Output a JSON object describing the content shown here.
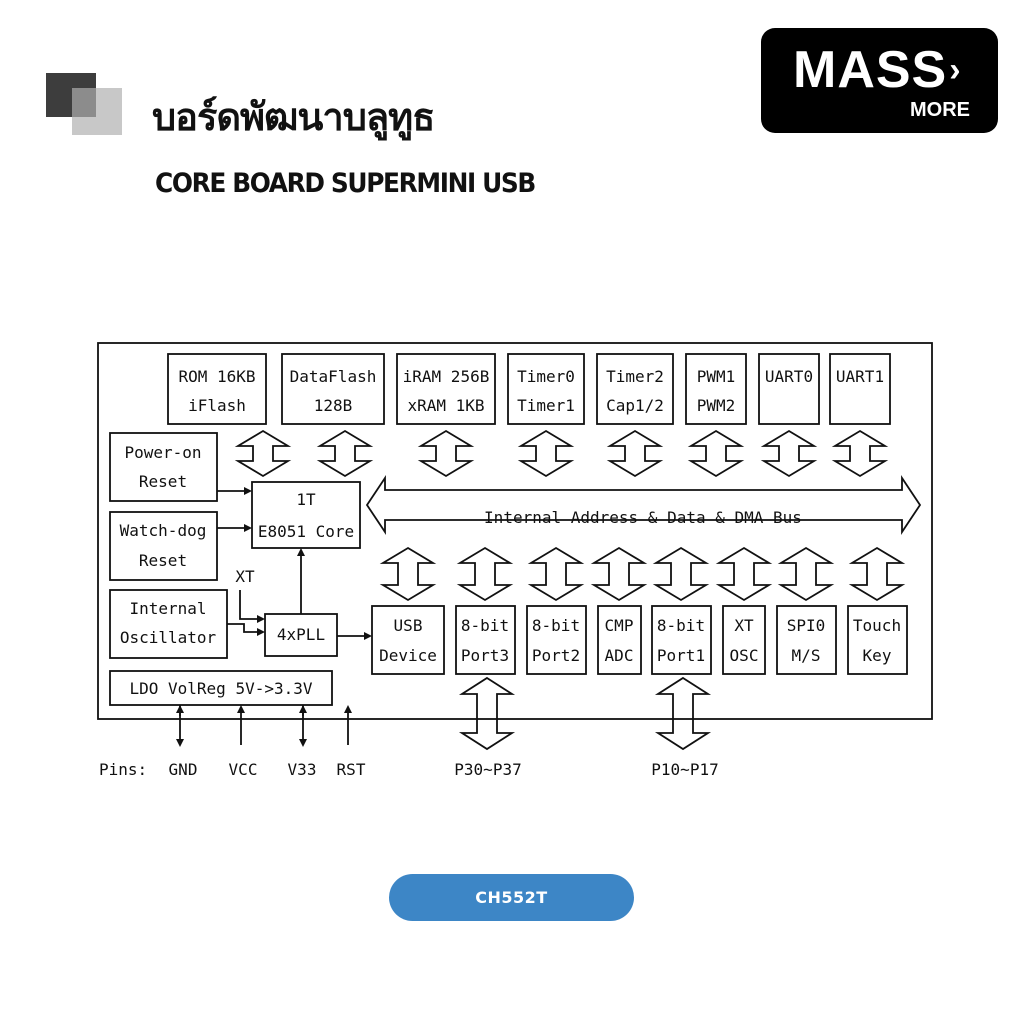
{
  "header": {
    "title_th": "บอร์ดพัฒนาบลูทูธ",
    "title_en": "CORE BOARD SUPERMINI USB"
  },
  "logo": {
    "main": "MASS",
    "sub": "MORE",
    "arrow_icon": "chevron-right-icon"
  },
  "diagram": {
    "top_blocks": [
      {
        "l1": "ROM 16KB",
        "l2": "iFlash"
      },
      {
        "l1": "DataFlash",
        "l2": "128B"
      },
      {
        "l1": "iRAM 256B",
        "l2": "xRAM 1KB"
      },
      {
        "l1": "Timer0",
        "l2": "Timer1"
      },
      {
        "l1": "Timer2",
        "l2": "Cap1/2"
      },
      {
        "l1": "PWM1",
        "l2": "PWM2"
      },
      {
        "l1": "UART0",
        "l2": ""
      },
      {
        "l1": "UART1",
        "l2": ""
      }
    ],
    "bottom_blocks": [
      {
        "l1": "USB",
        "l2": "Device"
      },
      {
        "l1": "8-bit",
        "l2": "Port3"
      },
      {
        "l1": "8-bit",
        "l2": "Port2"
      },
      {
        "l1": "CMP",
        "l2": "ADC"
      },
      {
        "l1": "8-bit",
        "l2": "Port1"
      },
      {
        "l1": "XT",
        "l2": "OSC"
      },
      {
        "l1": "SPI0",
        "l2": "M/S"
      },
      {
        "l1": "Touch",
        "l2": "Key"
      }
    ],
    "power_on": {
      "l1": "Power-on",
      "l2": "Reset"
    },
    "watchdog": {
      "l1": "Watch-dog",
      "l2": "Reset"
    },
    "oscillator": {
      "l1": "Internal",
      "l2": "Oscillator"
    },
    "core": {
      "l1": "1T",
      "l2": "E8051 Core"
    },
    "pll": "4xPLL",
    "xt": "XT",
    "ldo": "LDO VolReg 5V->3.3V",
    "bus": "Internal Address & Data & DMA Bus",
    "pins_label": "Pins:",
    "pins": [
      "GND",
      "VCC",
      "V33",
      "RST"
    ],
    "port3_pins": "P30~P37",
    "port1_pins": "P10~P17"
  },
  "badge": {
    "label": "CH552T"
  },
  "colors": {
    "accent": "#3d86c6",
    "logo_bg": "#000000",
    "line": "#111111"
  }
}
